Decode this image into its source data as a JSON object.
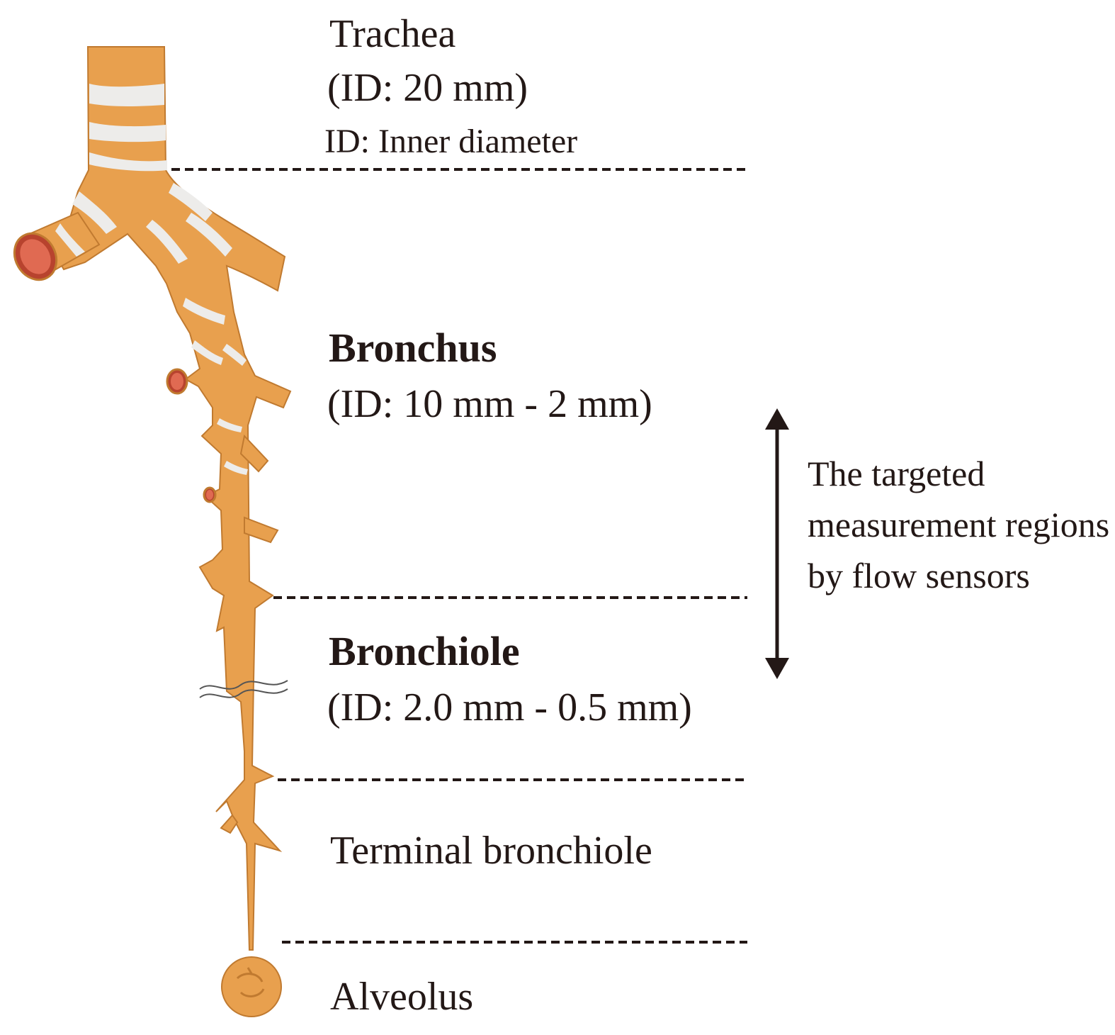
{
  "colors": {
    "airway_fill": "#E8A04E",
    "airway_edge": "#C07A30",
    "cartilage": "#EDECEA",
    "lumen": "#E06A52",
    "lumen_dark": "#B8432E",
    "text": "#231816",
    "dashed_line": "#231816"
  },
  "labels": {
    "trachea": "Trachea",
    "trachea_id": "(ID: 20 mm)",
    "id_note": "ID: Inner diameter",
    "bronchus": "Bronchus",
    "bronchus_id": "(ID: 10 mm - 2 mm)",
    "bronchiole": "Bronchiole",
    "bronchiole_id": "(ID: 2.0 mm - 0.5 mm)",
    "terminal_bronchiole": "Terminal bronchiole",
    "alveolus": "Alveolus"
  },
  "annotation": {
    "target_region_text": "The targeted measurement regions by flow sensors",
    "arrow": "double-headed-vertical"
  }
}
